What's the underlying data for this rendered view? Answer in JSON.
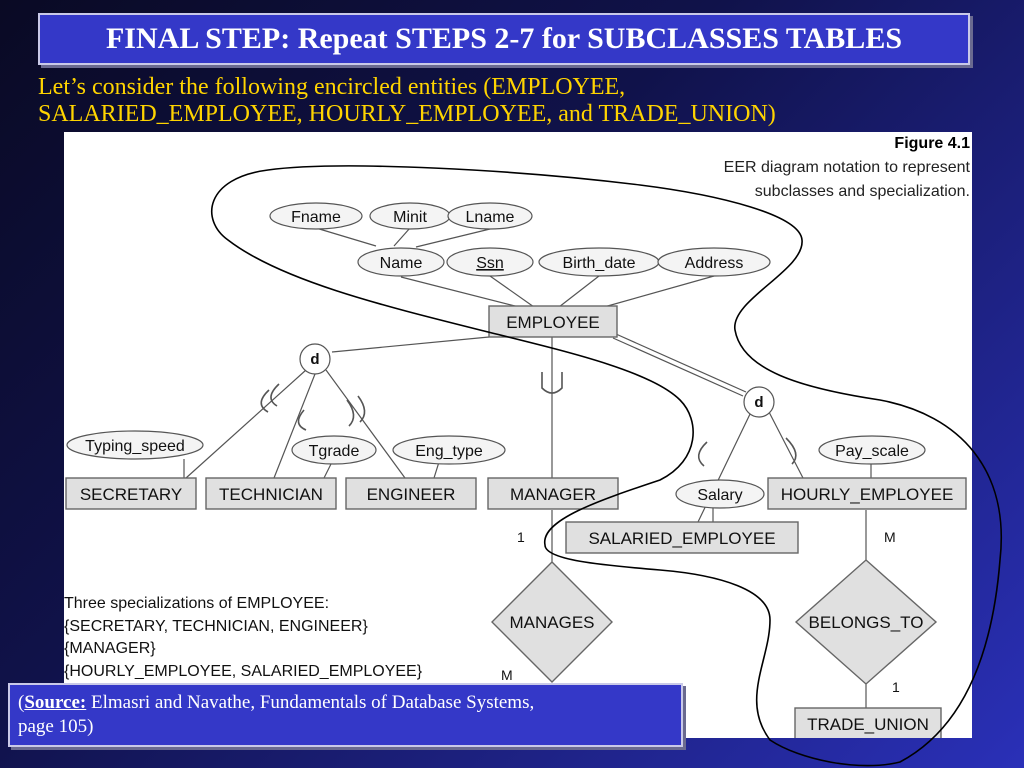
{
  "slide": {
    "title": "FINAL STEP: Repeat STEPS 2-7 for SUBCLASSES TABLES",
    "subtitle_line1": "Let’s consider the following encircled entities (EMPLOYEE,",
    "subtitle_line2": "SALARIED_EMPLOYEE, HOURLY_EMPLOYEE, and TRADE_UNION)"
  },
  "figure": {
    "label": "Figure 4.1",
    "caption_line1": "EER diagram notation to represent",
    "caption_line2": "subclasses and specialization."
  },
  "attributes": {
    "fname": "Fname",
    "minit": "Minit",
    "lname": "Lname",
    "name": "Name",
    "ssn": "Ssn",
    "birth_date": "Birth_date",
    "address": "Address",
    "typing_speed": "Typing_speed",
    "tgrade": "Tgrade",
    "eng_type": "Eng_type",
    "pay_scale": "Pay_scale",
    "salary": "Salary"
  },
  "entities": {
    "employee": "EMPLOYEE",
    "secretary": "SECRETARY",
    "technician": "TECHNICIAN",
    "engineer": "ENGINEER",
    "manager": "MANAGER",
    "hourly_employee": "HOURLY_EMPLOYEE",
    "salaried_employee": "SALARIED_EMPLOYEE",
    "trade_union": "TRADE_UNION"
  },
  "relationships": {
    "manages": "MANAGES",
    "belongs_to": "BELONGS_TO"
  },
  "specialization_symbol": "d",
  "cardinalities": {
    "manages_manager": "1",
    "manages_other": "M",
    "belongs_hourly": "M",
    "belongs_union": "1"
  },
  "notes": {
    "line1": "Three specializations of EMPLOYEE:",
    "line2": "{SECRETARY, TECHNICIAN, ENGINEER}",
    "line3": "{MANAGER}",
    "line4": "{HOURLY_EMPLOYEE, SALARIED_EMPLOYEE}"
  },
  "source": {
    "label": "Source:",
    "text": " Elmasri and Navathe, Fundamentals of Database Systems,",
    "text2": "page 105)"
  },
  "colors": {
    "title_bg": "#3438c8",
    "subtitle_text": "#ffd400",
    "entity_fill": "#e0e0e0",
    "encircle_stroke": "#000000"
  }
}
